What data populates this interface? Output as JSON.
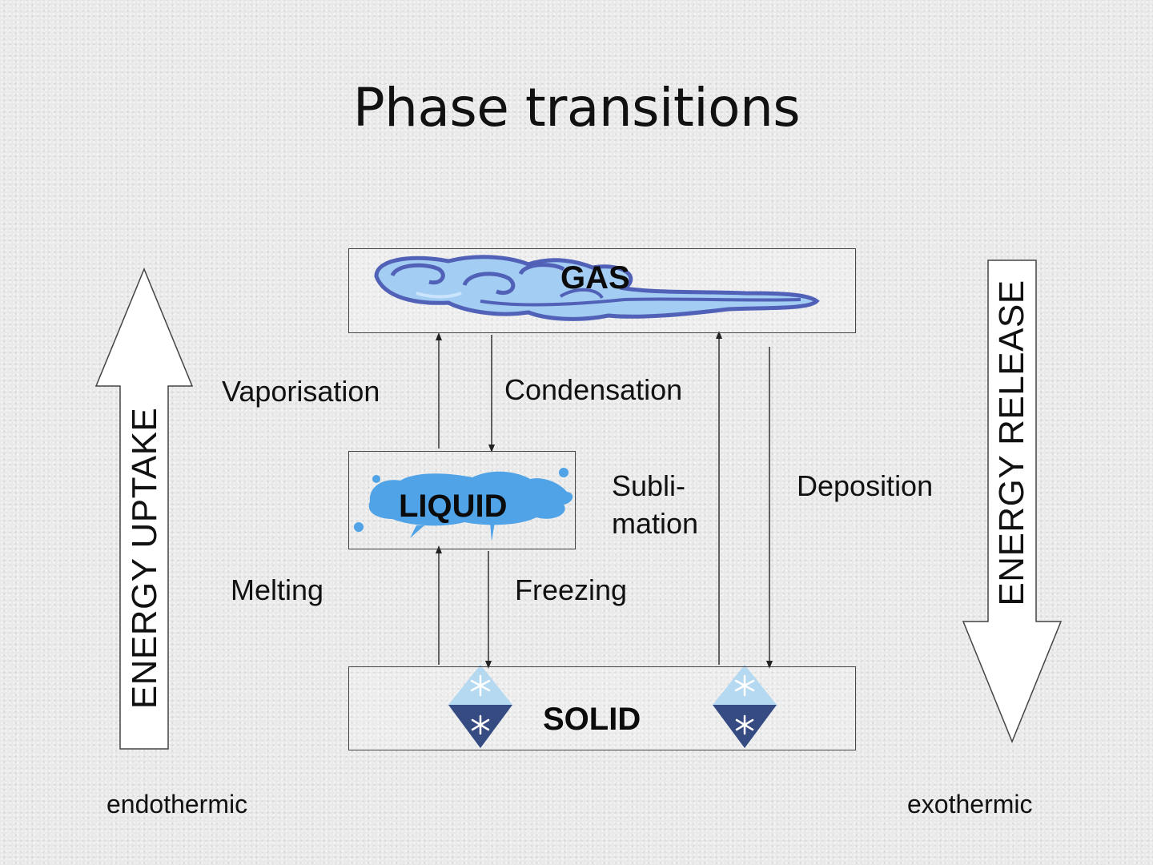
{
  "title": "Phase transitions",
  "states": {
    "gas": "GAS",
    "liquid": "LIQUID",
    "solid": "SOLID"
  },
  "processes": {
    "vaporisation": "Vaporisation",
    "condensation": "Condensation",
    "melting": "Melting",
    "freezing": "Freezing",
    "sublimation_line1": "Subli-",
    "sublimation_line2": "mation",
    "deposition": "Deposition"
  },
  "energy": {
    "uptake": "ENERGY UPTAKE",
    "release": "ENERGY RELEASE",
    "endothermic": "endothermic",
    "exothermic": "exothermic"
  },
  "colors": {
    "gas_light": "#8fc3f0",
    "gas_dark": "#2a3fa8",
    "liquid": "#4fa3e6",
    "ice_light": "#a9d3ef",
    "ice_dark": "#142c6e"
  },
  "icons": [
    "gas-cloud-icon",
    "liquid-splash-icon",
    "ice-crystal-icon"
  ]
}
